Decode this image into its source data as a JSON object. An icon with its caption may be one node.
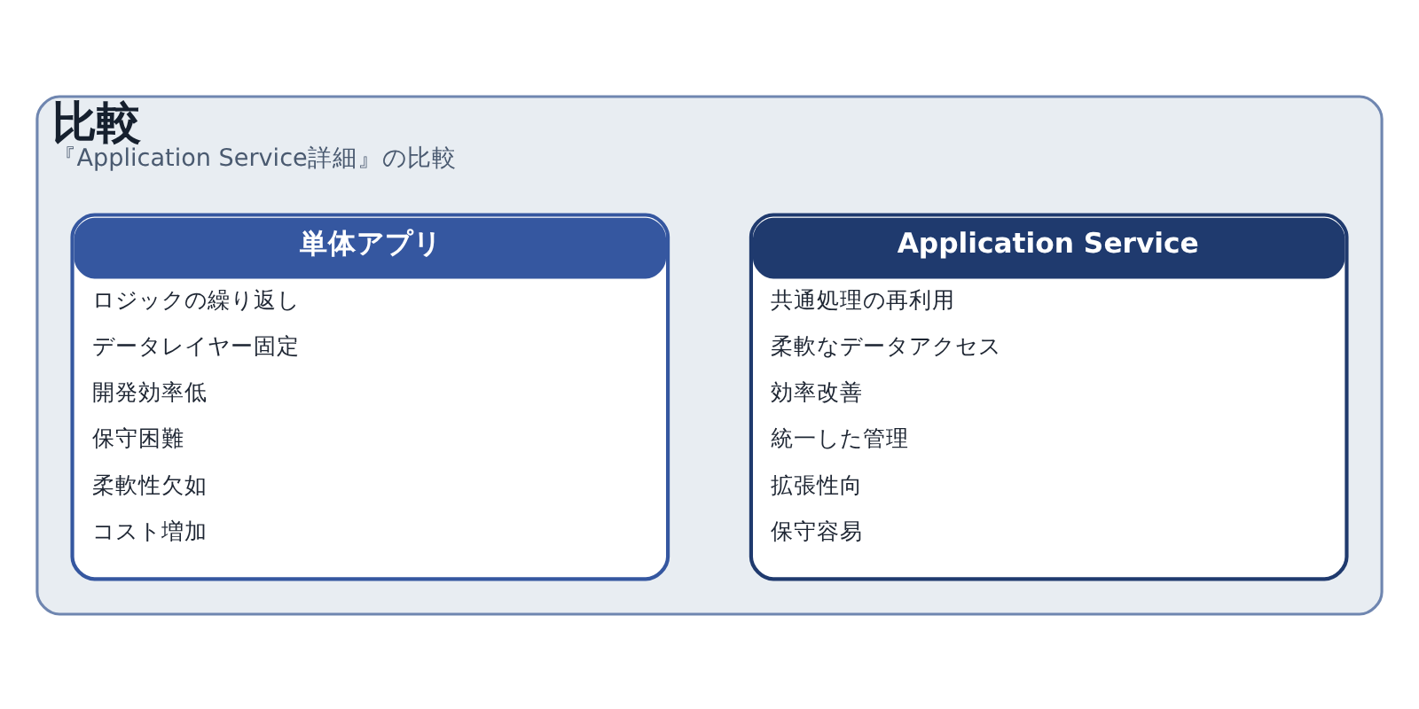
{
  "diagram": {
    "nodes": [
      {
        "text": [
          "比較",
          "『Application Service詳細』の比較"
        ]
      },
      {
        "text": [
          "単体アプリ",
          "ロジックの繰り返し",
          "データレイヤー固定",
          "開発効率低",
          "保守困難",
          "柔軟性欠如",
          "コスト増加"
        ],
        "in": 0
      },
      {
        "text": [
          "Application Service",
          "共通処理の再利用",
          "柔軟なデータアクセス",
          "効率改善",
          "統一した管理",
          "拡張性向",
          "保守容易"
        ],
        "in": 0
      }
    ]
  }
}
